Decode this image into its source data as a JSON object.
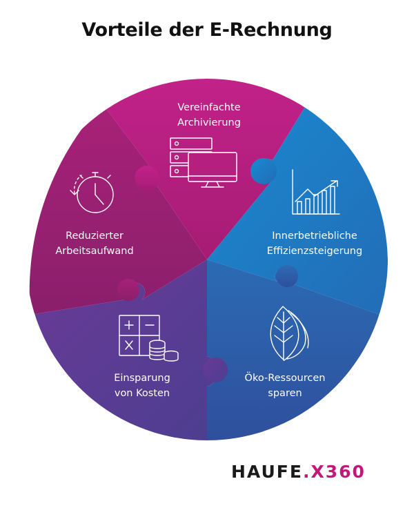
{
  "title": "Vorteile der E-Rechnung",
  "segments": [
    {
      "line1": "Vereinfachte",
      "line2": "Archivierung",
      "icon": "server-monitor-icon",
      "color": "#b51f7d"
    },
    {
      "line1": "Innerbetriebliche",
      "line2": "Effizienzsteigerung",
      "icon": "growth-chart-icon",
      "color": "#1b7cc2"
    },
    {
      "line1": "Öko-Ressourcen",
      "line2": "sparen",
      "icon": "leaves-icon",
      "color": "#2d5ea8"
    },
    {
      "line1": "Einsparung",
      "line2": "von Kosten",
      "icon": "calculator-coins-icon",
      "color": "#5a3f93"
    },
    {
      "line1": "Reduzierter",
      "line2": "Arbeitsaufwand",
      "icon": "stopwatch-icon",
      "color": "#9a2070"
    }
  ],
  "logo": {
    "brand": "HAUFE",
    "dot": ".",
    "suffix": "X360"
  }
}
